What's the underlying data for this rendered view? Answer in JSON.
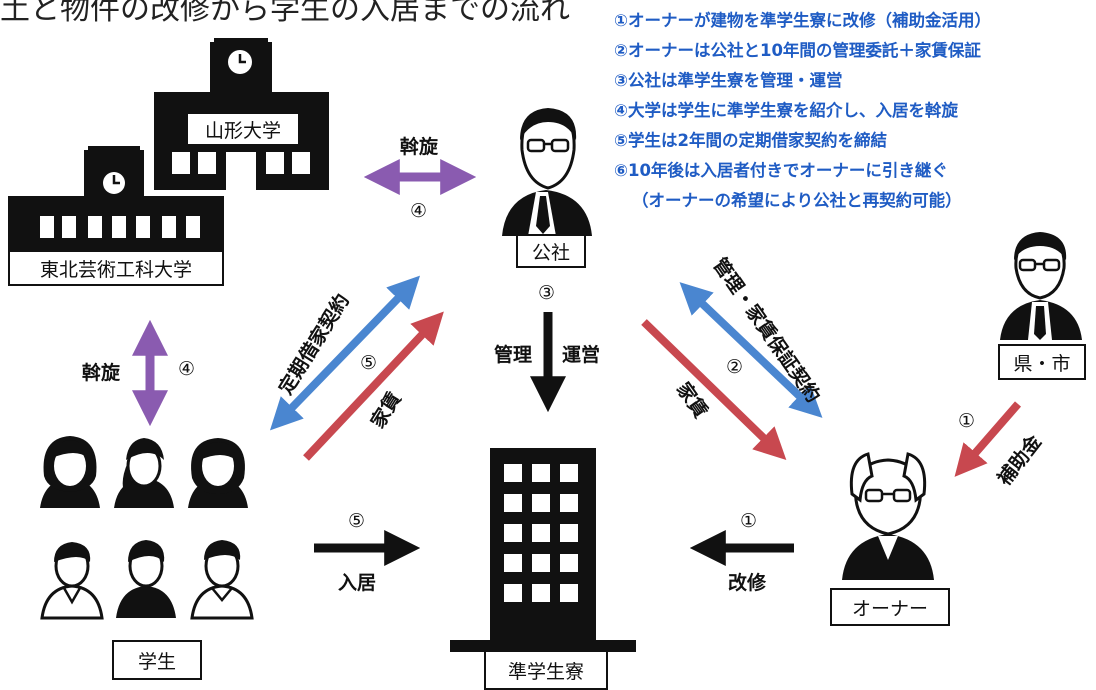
{
  "title": "土と物件の改修から学生の入居までの流れ",
  "steps": [
    "①オーナーが建物を準学生寮に改修（補助金活用）",
    "②オーナーは公社と10年間の管理委託＋家賃保証",
    "③公社は準学生寮を管理・運営",
    "④大学は学生に準学生寮を紹介し、入居を斡旋",
    "⑤学生は2年間の定期借家契約を締結",
    "⑥10年後は入居者付きでオーナーに引き継ぐ",
    "（オーナーの希望により公社と再契約可能）"
  ],
  "nodes": {
    "univ1": "山形大学",
    "univ2": "東北芸術工科大学",
    "kousha": "公社",
    "students": "学生",
    "dorm": "準学生寮",
    "pref": "県・市",
    "owner": "オーナー"
  },
  "labels": {
    "assen": "斡旋",
    "num4": "④",
    "num3": "③",
    "kanri": "管理",
    "unei": "運営",
    "num5": "⑤",
    "teiki": "定期借家契約",
    "yachin": "家賃",
    "num2": "②",
    "kanri_hosho": "管理・家賃保証契約",
    "num1": "①",
    "hojokin": "補助金",
    "nyukyo": "入居",
    "kaishu": "改修"
  },
  "colors": {
    "step_text": "#1f5cc4",
    "purple": "#8a5bb0",
    "blue": "#4a86d0",
    "red": "#c8484f",
    "black": "#111111"
  }
}
